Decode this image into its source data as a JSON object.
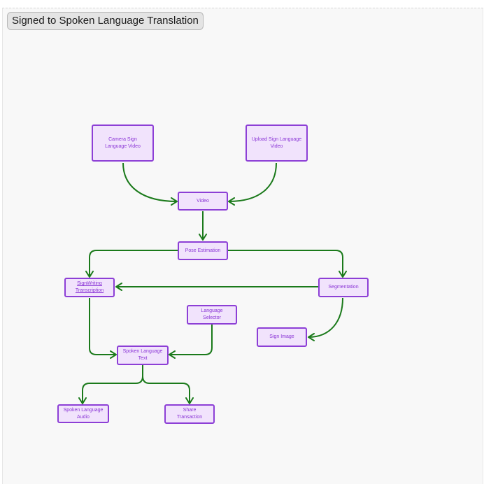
{
  "header": {
    "title": "Signed to Spoken Language Translation"
  },
  "colors": {
    "node_fill": "#f1e3fc",
    "node_border": "#8d3fd6",
    "node_text": "#8a34d6",
    "edge": "#1b7a1b",
    "board": "#f8f8f8"
  },
  "nodes": {
    "camera_video": "Camera Sign Language Video",
    "upload_video": "Upload Sign Language Video",
    "video": "Video",
    "pose_estimation": "Pose Estimation",
    "signwriting": "SignWriting Transcription",
    "segmentation": "Segmentation",
    "language_selector": "Language Selector",
    "sign_image": "Sign Image",
    "spoken_text": "Spoken Language Text",
    "spoken_audio": "Spoken Language Audio",
    "share_translation": "Share Transaction"
  }
}
